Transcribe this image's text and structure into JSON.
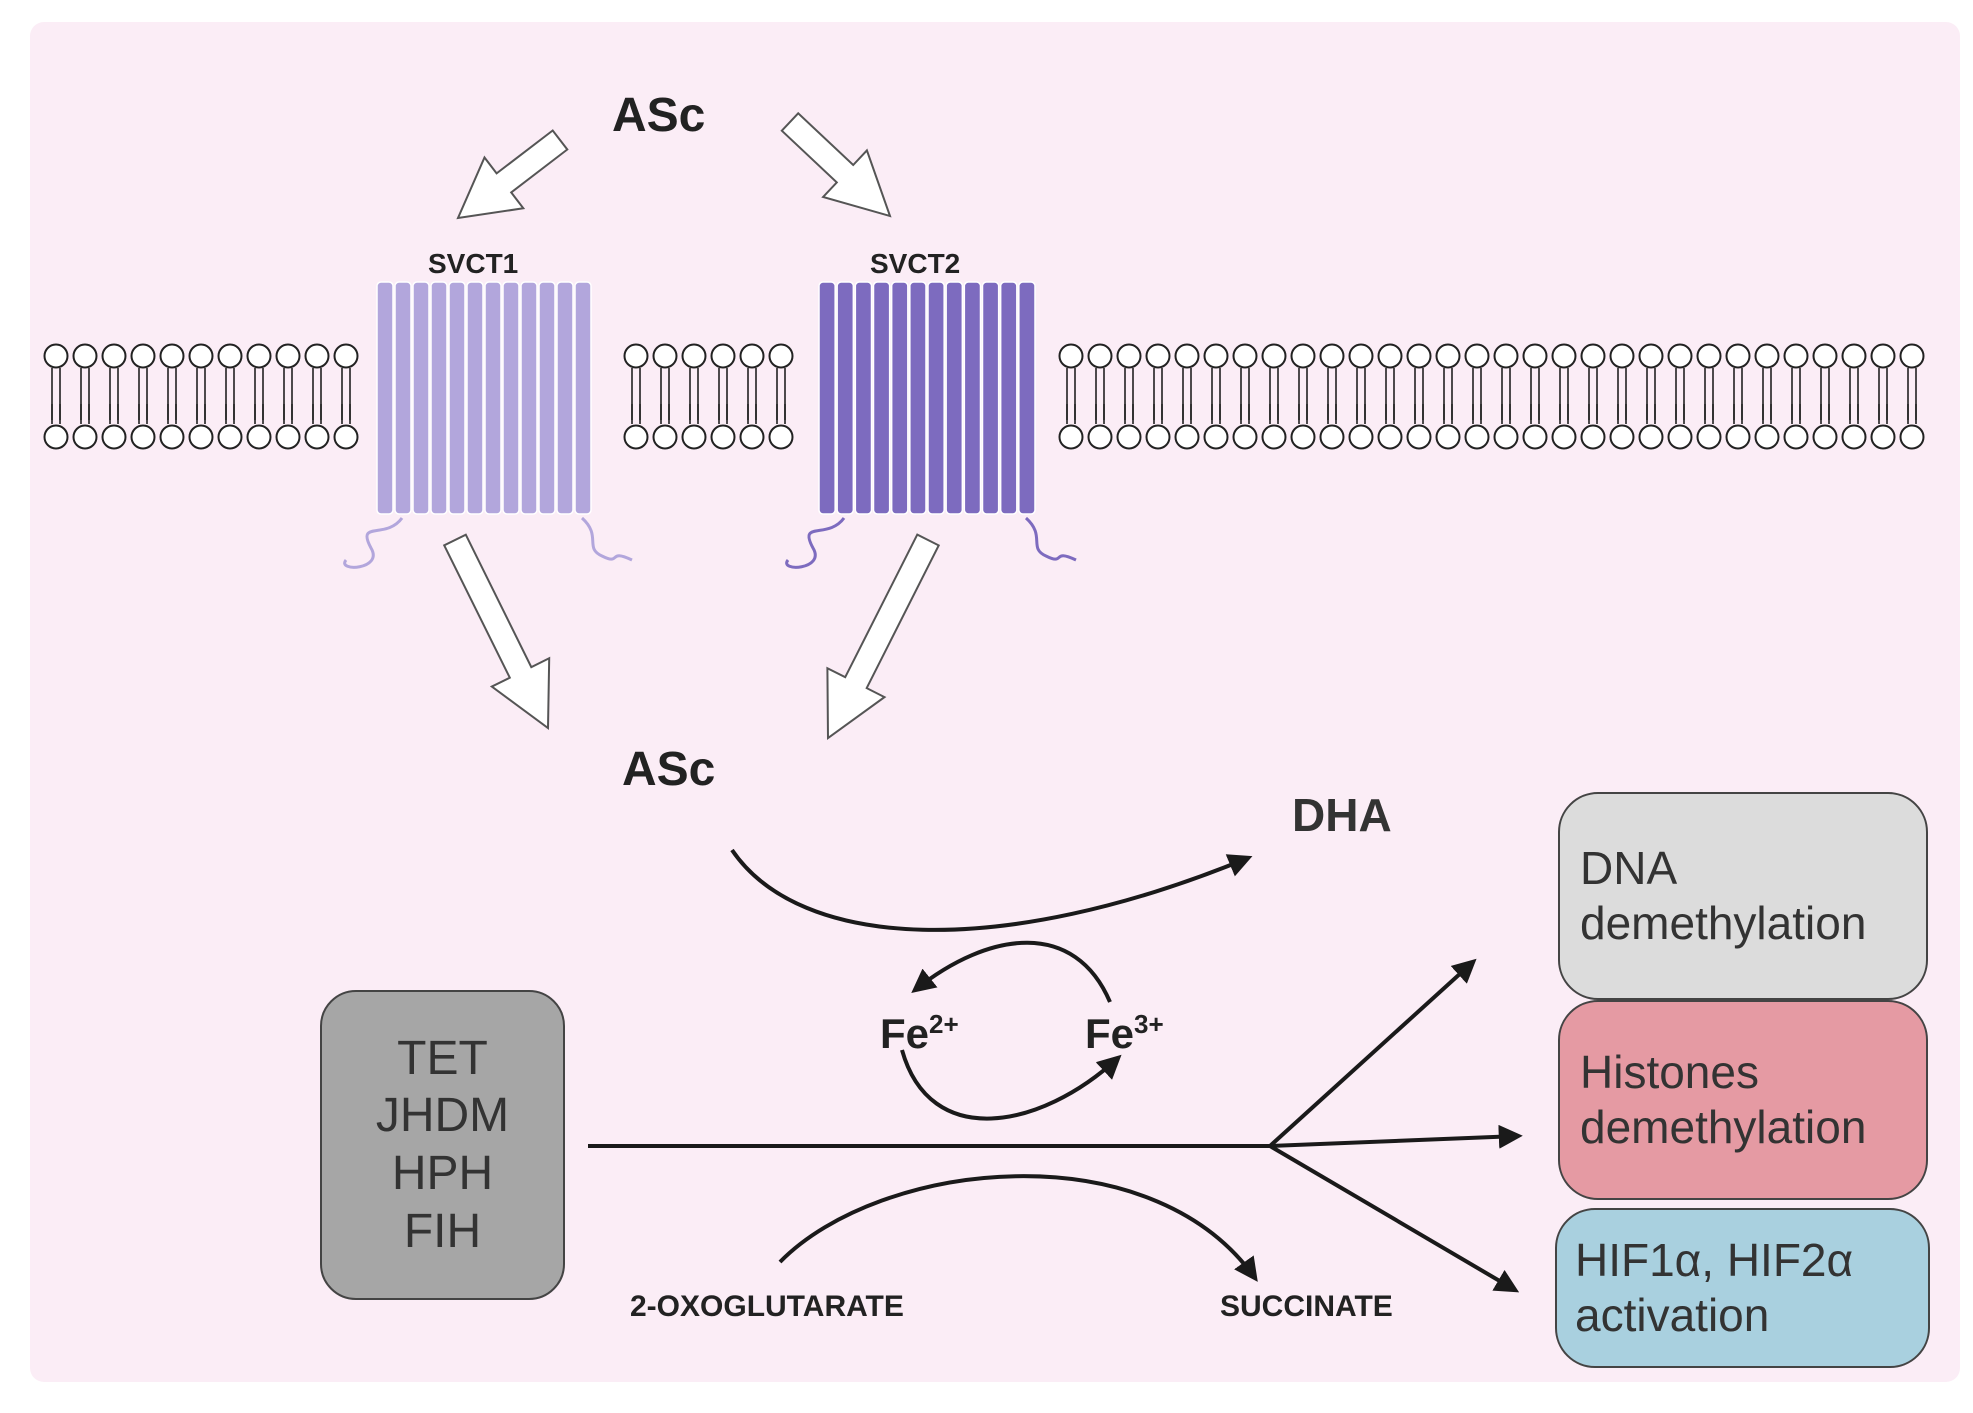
{
  "labels": {
    "asc_top": "ASc",
    "svct1": "SVCT1",
    "svct2": "SVCT2",
    "asc_inner": "ASc",
    "dha": "DHA",
    "fe2_base": "Fe",
    "fe2_charge": "2+",
    "fe3_base": "Fe",
    "fe3_charge": "3+",
    "oxoglutarate": "2-OXOGLUTARATE",
    "succinate": "SUCCINATE"
  },
  "enzymes": [
    "TET",
    "JHDM",
    "HPH",
    "FIH"
  ],
  "outcomes": {
    "dna": [
      "DNA",
      "demethylation"
    ],
    "histones": [
      "Histones",
      "demethylation"
    ],
    "hif": [
      "HIF1α, HIF2α",
      "activation"
    ]
  },
  "colors": {
    "background_panel": "#fbedf6",
    "svct1_fill": "#b2a6dc",
    "svct2_fill": "#7d6bbf",
    "enzyme_box": "#a6a6a6",
    "dna_box": "#dcdcdc",
    "histones_box": "#e59aa3",
    "hif_box": "#a9d0df",
    "arrow": "#1a1a1a"
  }
}
